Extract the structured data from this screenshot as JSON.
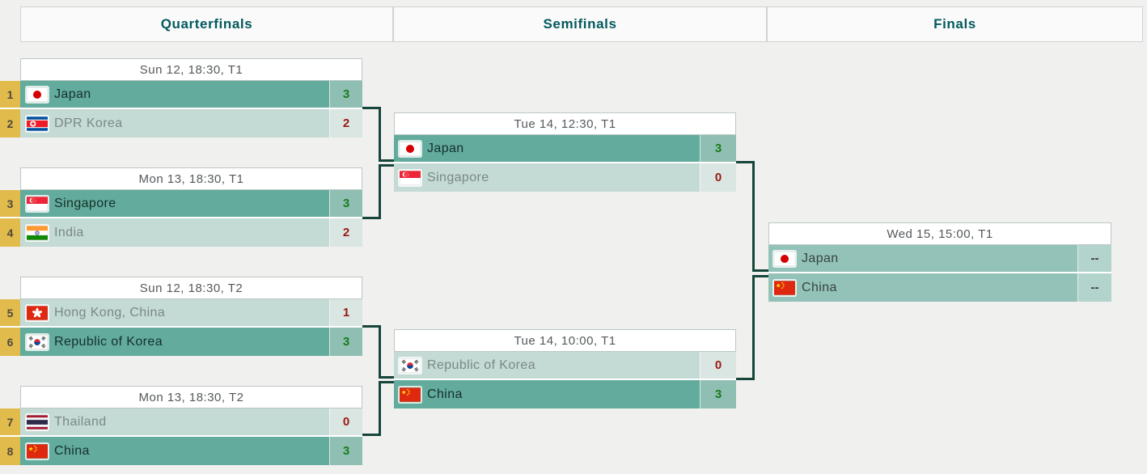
{
  "columns": {
    "quarterfinals": "Quarterfinals",
    "semifinals": "Semifinals",
    "finals": "Finals"
  },
  "colors": {
    "winner_row": "#62ab9d",
    "winner_score_cell": "#8fbfb3",
    "loser_row": "#c4dad4",
    "loser_score_cell": "#d9e6e2",
    "pending_row": "#93c2b9",
    "pending_score_cell": "#b2d4cd",
    "seed_badge": "#e2bb4d",
    "score_win_text": "#1a7a1a",
    "score_loss_text": "#9d1712",
    "round_header_text": "#02595e",
    "connector_line": "#16453a",
    "page_background": "#f0f0ef"
  },
  "bracket": {
    "quarterfinals": [
      {
        "header": "Sun 12, 18:30, T1",
        "teams": [
          {
            "seed": "1",
            "name": "Japan",
            "flag": "jp",
            "score": "3",
            "result": "win"
          },
          {
            "seed": "2",
            "name": "DPR Korea",
            "flag": "kp",
            "score": "2",
            "result": "loss"
          }
        ]
      },
      {
        "header": "Mon 13, 18:30, T1",
        "teams": [
          {
            "seed": "3",
            "name": "Singapore",
            "flag": "sg",
            "score": "3",
            "result": "win"
          },
          {
            "seed": "4",
            "name": "India",
            "flag": "in",
            "score": "2",
            "result": "loss"
          }
        ]
      },
      {
        "header": "Sun 12, 18:30, T2",
        "teams": [
          {
            "seed": "5",
            "name": "Hong Kong, China",
            "flag": "hk",
            "score": "1",
            "result": "loss"
          },
          {
            "seed": "6",
            "name": "Republic of Korea",
            "flag": "kr",
            "score": "3",
            "result": "win"
          }
        ]
      },
      {
        "header": "Mon 13, 18:30, T2",
        "teams": [
          {
            "seed": "7",
            "name": "Thailand",
            "flag": "th",
            "score": "0",
            "result": "loss"
          },
          {
            "seed": "8",
            "name": "China",
            "flag": "cn",
            "score": "3",
            "result": "win"
          }
        ]
      }
    ],
    "semifinals": [
      {
        "header": "Tue 14, 12:30, T1",
        "teams": [
          {
            "name": "Japan",
            "flag": "jp",
            "score": "3",
            "result": "win"
          },
          {
            "name": "Singapore",
            "flag": "sg",
            "score": "0",
            "result": "loss"
          }
        ]
      },
      {
        "header": "Tue 14, 10:00, T1",
        "teams": [
          {
            "name": "Republic of Korea",
            "flag": "kr",
            "score": "0",
            "result": "loss"
          },
          {
            "name": "China",
            "flag": "cn",
            "score": "3",
            "result": "win"
          }
        ]
      }
    ],
    "finals": [
      {
        "header": "Wed 15, 15:00, T1",
        "teams": [
          {
            "name": "Japan",
            "flag": "jp",
            "score": "--",
            "result": "tbd"
          },
          {
            "name": "China",
            "flag": "cn",
            "score": "--",
            "result": "tbd"
          }
        ]
      }
    ]
  }
}
